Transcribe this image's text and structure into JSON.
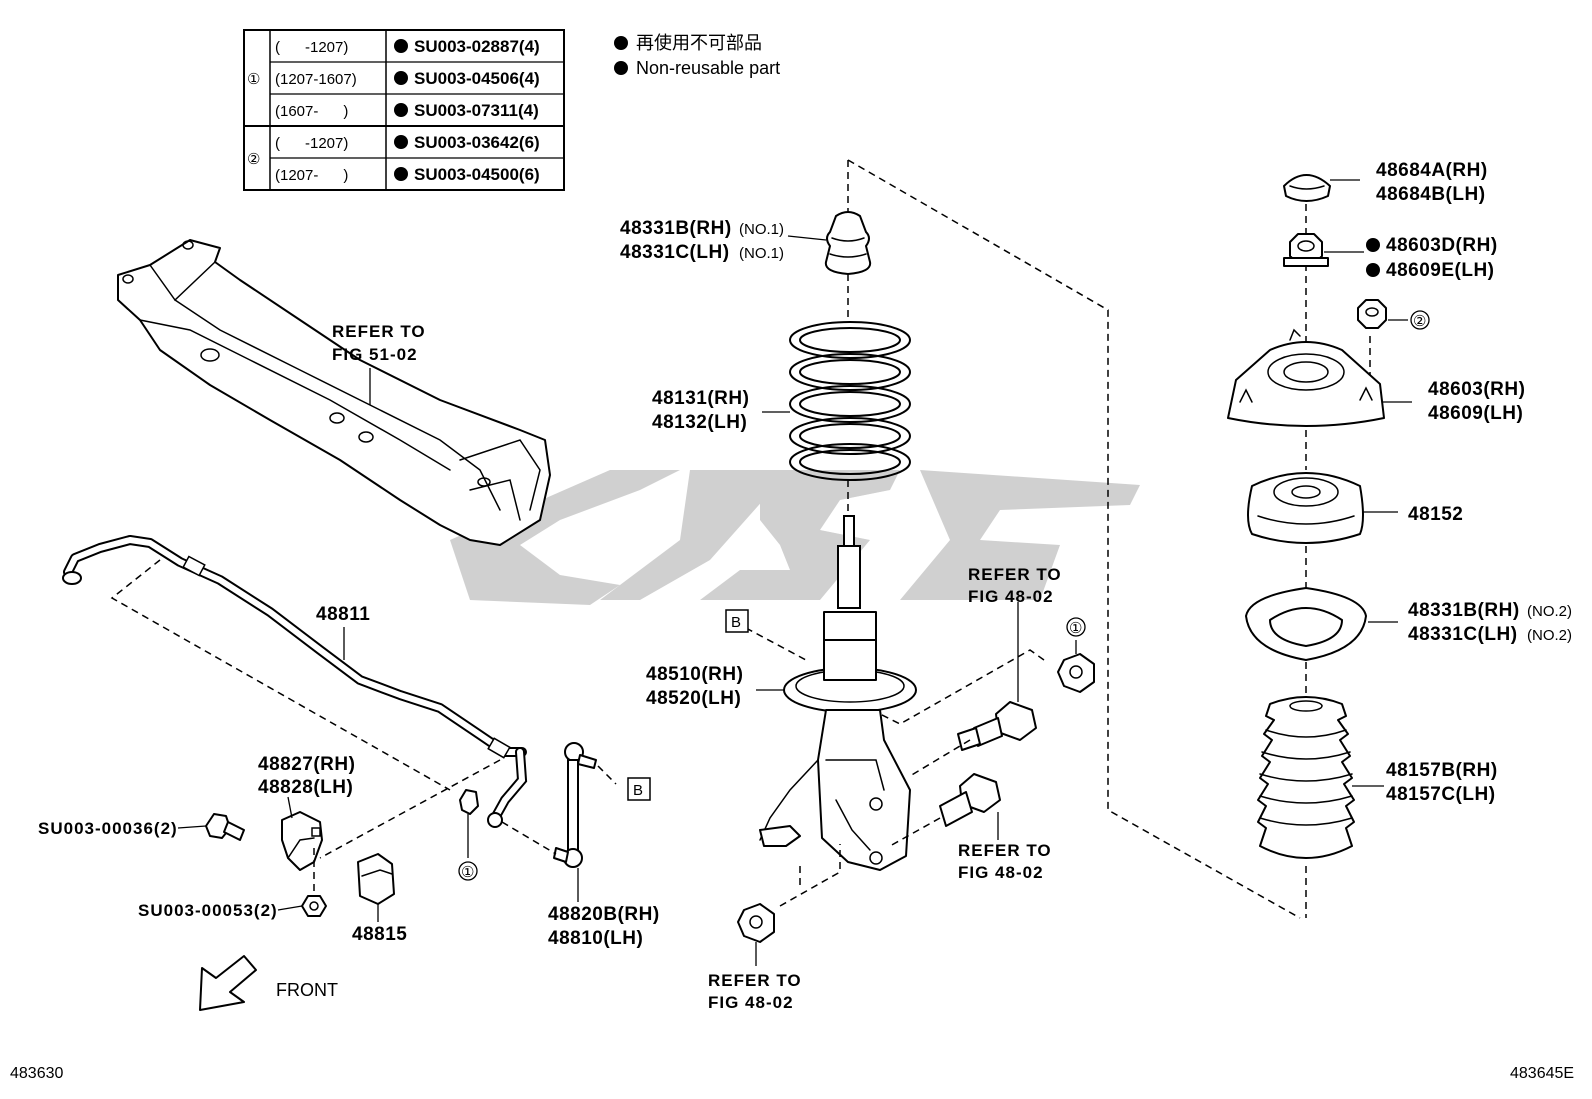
{
  "legend": {
    "marker": "●",
    "line_jp": "再使用不可部品",
    "line_en": "Non-reusable part"
  },
  "bolt_table": {
    "groups": [
      {
        "symbol": "①",
        "rows": [
          {
            "range": "(      -1207)",
            "part": "SU003-02887(4)"
          },
          {
            "range": "(1207-1607)",
            "part": "SU003-04506(4)"
          },
          {
            "range": "(1607-      )",
            "part": "SU003-07311(4)"
          }
        ]
      },
      {
        "symbol": "②",
        "rows": [
          {
            "range": "(      -1207)",
            "part": "SU003-03642(6)"
          },
          {
            "range": "(1207-      )",
            "part": "SU003-04500(6)"
          }
        ]
      }
    ]
  },
  "labels": {
    "refer_fig51": [
      "REFER TO",
      "FIG 51-02"
    ],
    "stabilizer": "48811",
    "bracket": [
      "48827(RH)",
      "48828(LH)"
    ],
    "bolt_00036": "SU003-00036(2)",
    "nut_00053": "SU003-00053(2)",
    "bushing": "48815",
    "link": [
      "48820B(RH)",
      "48810(LH)"
    ],
    "front": "FRONT",
    "bump_stopper": [
      "48331B(RH)",
      "48331C(LH)"
    ],
    "bump_stopper_note": "(NO.1)",
    "spring": [
      "48131(RH)",
      "48132(LH)"
    ],
    "strut": [
      "48510(RH)",
      "48520(LH)"
    ],
    "refer_fig48_a": [
      "REFER TO",
      "FIG 48-02"
    ],
    "refer_fig48_b": [
      "REFER TO",
      "FIG 48-02"
    ],
    "refer_fig48_c": [
      "REFER TO",
      "FIG 48-02"
    ],
    "cap": [
      "48684A(RH)",
      "48684B(LH)"
    ],
    "nut": [
      "48603D(RH)",
      "48609E(LH)"
    ],
    "support": [
      "48603(RH)",
      "48609(LH)"
    ],
    "seat": "48152",
    "insulator": [
      "48331B(RH)",
      "48331C(LH)"
    ],
    "insulator_note": "(NO.2)",
    "boot": [
      "48157B(RH)",
      "48157C(LH)"
    ],
    "callout_b": "B",
    "callout_1": "①",
    "callout_2": "②"
  },
  "page_ids": {
    "left": "483630",
    "right": "483645E"
  },
  "watermark": "CSGC"
}
